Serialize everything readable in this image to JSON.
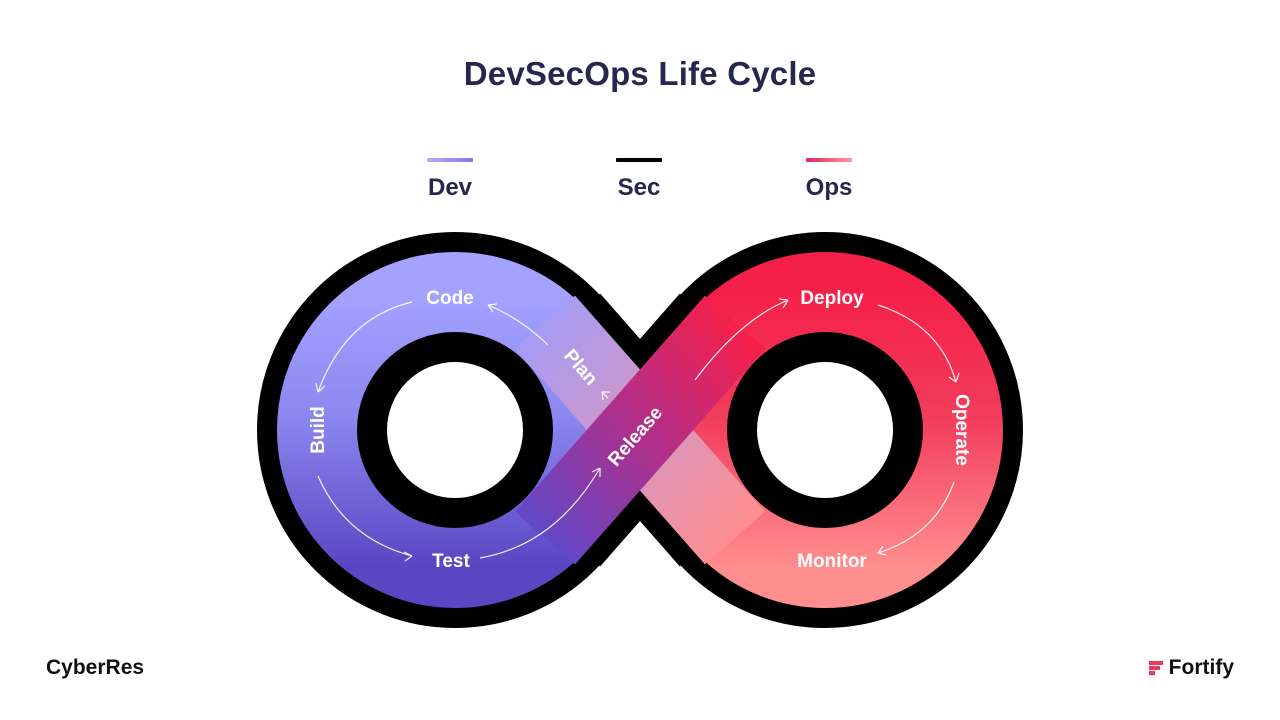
{
  "title": "DevSecOps Life Cycle",
  "legend": [
    {
      "label": "Dev",
      "color": "#8e8cf2"
    },
    {
      "label": "Sec",
      "color": "#000000"
    },
    {
      "label": "Ops",
      "color": "#f0385a"
    }
  ],
  "stages": {
    "code": "Code",
    "plan": "Plan",
    "build": "Build",
    "test": "Test",
    "release": "Release",
    "deploy": "Deploy",
    "operate": "Operate",
    "monitor": "Monitor"
  },
  "brands": {
    "left": "CyberRes",
    "right": "Fortify"
  },
  "colors": {
    "dev_light": "#a3a3ff",
    "dev_dark": "#5b47c4",
    "ops_bright": "#f52049",
    "ops_light": "#ff8e8e",
    "sec": "#000000",
    "title": "#26264f"
  }
}
